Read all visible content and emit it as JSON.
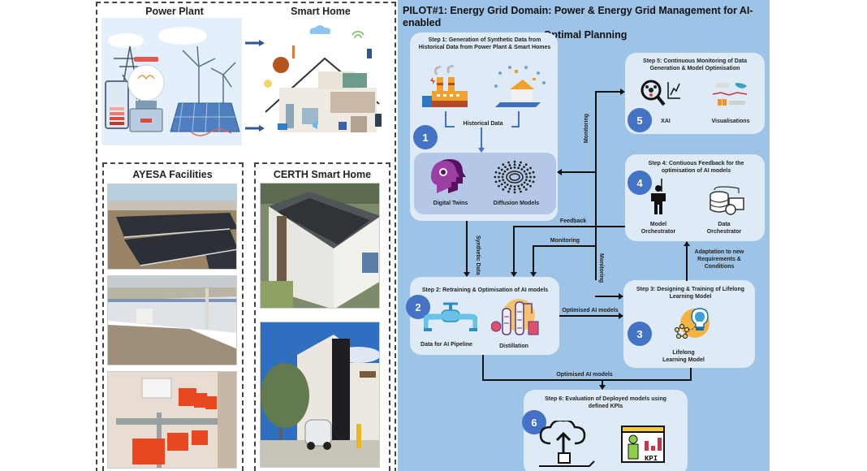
{
  "left": {
    "power_plant_title": "Power Plant",
    "smart_home_title": "Smart Home",
    "ayesa_title": "AYESA Facilities",
    "certh_title": "CERTH Smart Home"
  },
  "main": {
    "title_line1": "PILOT#1: Energy Grid Domain: Power & Energy Grid Management for AI-enabled",
    "title_line2": "Optimal Planning",
    "colors": {
      "panel_bg": "#9dc3e6",
      "box_bg": "#deebf7",
      "inner_bg": "#b4c7e7",
      "circle": "#4472c4"
    }
  },
  "steps": {
    "s1": {
      "num": "1",
      "title": "Step 1: Generation of Synthetic Data from Historical Data from Power Plant & Smart Homes",
      "historical": "Historical Data",
      "digital_twins": "Digital Twins",
      "diffusion": "Diffusion Models"
    },
    "s2": {
      "num": "2",
      "title": "Step 2: Retraining & Optimisation of AI models",
      "pipeline": "Data for AI Pipeline",
      "distillation": "Distillation"
    },
    "s3": {
      "num": "3",
      "title": "Step 3: Designing & Training of Lifelong Learning Model",
      "lifelong": "Lifelong Learning Model"
    },
    "s4": {
      "num": "4",
      "title": "Step 4: Contiuous Feedback for the optimisation of AI models",
      "model_orch": "Model Orchestrator",
      "data_orch": "Data Orchestrator"
    },
    "s5": {
      "num": "5",
      "title": "Step 5: Continuous Monitoring of Data Generation & Model Optimisation",
      "xai": "XAI",
      "vis": "Visualisations"
    },
    "s6": {
      "num": "6",
      "title": "Step 6: Evaluation of Deployed models using defined KPIs"
    }
  },
  "flows": {
    "synthetic": "Synthetic Data",
    "feedback": "Feedback",
    "monitoring_h": "Monitoring",
    "monitoring_v1": "Monitoring",
    "monitoring_v2": "Monitoring",
    "optimised1": "Optimised AI models",
    "optimised2": "Optimised AI models",
    "adaptation": "Adaptation to new Requirements & Conditions"
  }
}
